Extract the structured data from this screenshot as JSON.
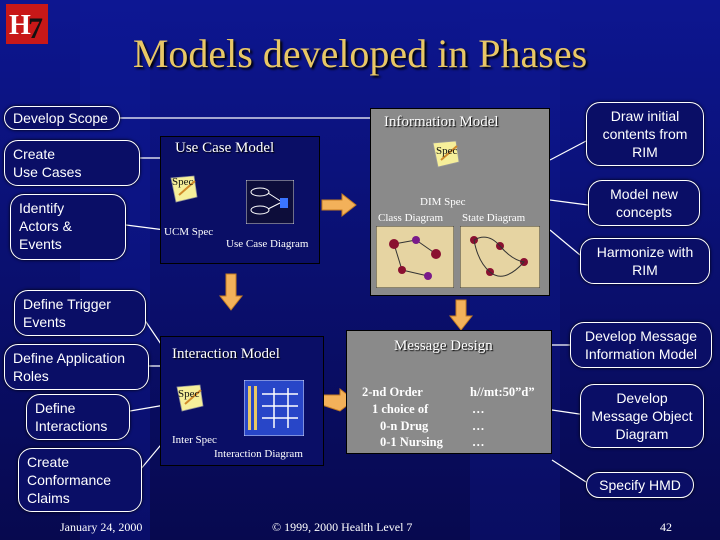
{
  "title": "Models developed in Phases",
  "colors": {
    "background": "#0b0f6e",
    "title": "#e8c766",
    "panel": "#808080",
    "arrow": "#f3b15a"
  },
  "left_steps": {
    "develop_scope": "Develop Scope",
    "create_use_cases": "Create\nUse Cases",
    "identify_actors": "Identify\nActors &\nEvents",
    "define_trigger": "Define Trigger\nEvents",
    "define_roles": "Define Application\nRoles",
    "define_interactions": "Define\nInteractions",
    "create_claims": "Create\nConformance\nClaims"
  },
  "right_steps": {
    "draw_initial": "Draw initial\ncontents from\nRIM",
    "model_new": "Model new\nconcepts",
    "harmonize": "Harmonize with\nRIM",
    "develop_mim": "Develop Message\nInformation Model",
    "develop_mom": "Develop\nMessage Object\nDiagram",
    "specify_hmd": "Specify HMD"
  },
  "use_case_model": {
    "title": "Use Case Model",
    "spec": "Spec",
    "ucm_spec": "UCM Spec",
    "diagram": "Use Case Diagram"
  },
  "information_model": {
    "title": "Information Model",
    "spec": "Spec",
    "dim_spec": "DIM Spec",
    "class_diagram": "Class Diagram",
    "state_diagram": "State Diagram"
  },
  "interaction_model": {
    "title": "Interaction Model",
    "spec": "Spec",
    "inter_spec": "Inter Spec",
    "diagram": "Interaction Diagram"
  },
  "message_design": {
    "title": "Message Design",
    "col1": [
      "2-nd Order",
      "1 choice of",
      "0-n Drug",
      "0-1 Nursing"
    ],
    "col2": [
      "h//mt:50”d”",
      "…",
      "…",
      "…"
    ]
  },
  "footer": {
    "date": "January 24, 2000",
    "copyright": "© 1999, 2000 Health Level 7",
    "page": "42"
  }
}
